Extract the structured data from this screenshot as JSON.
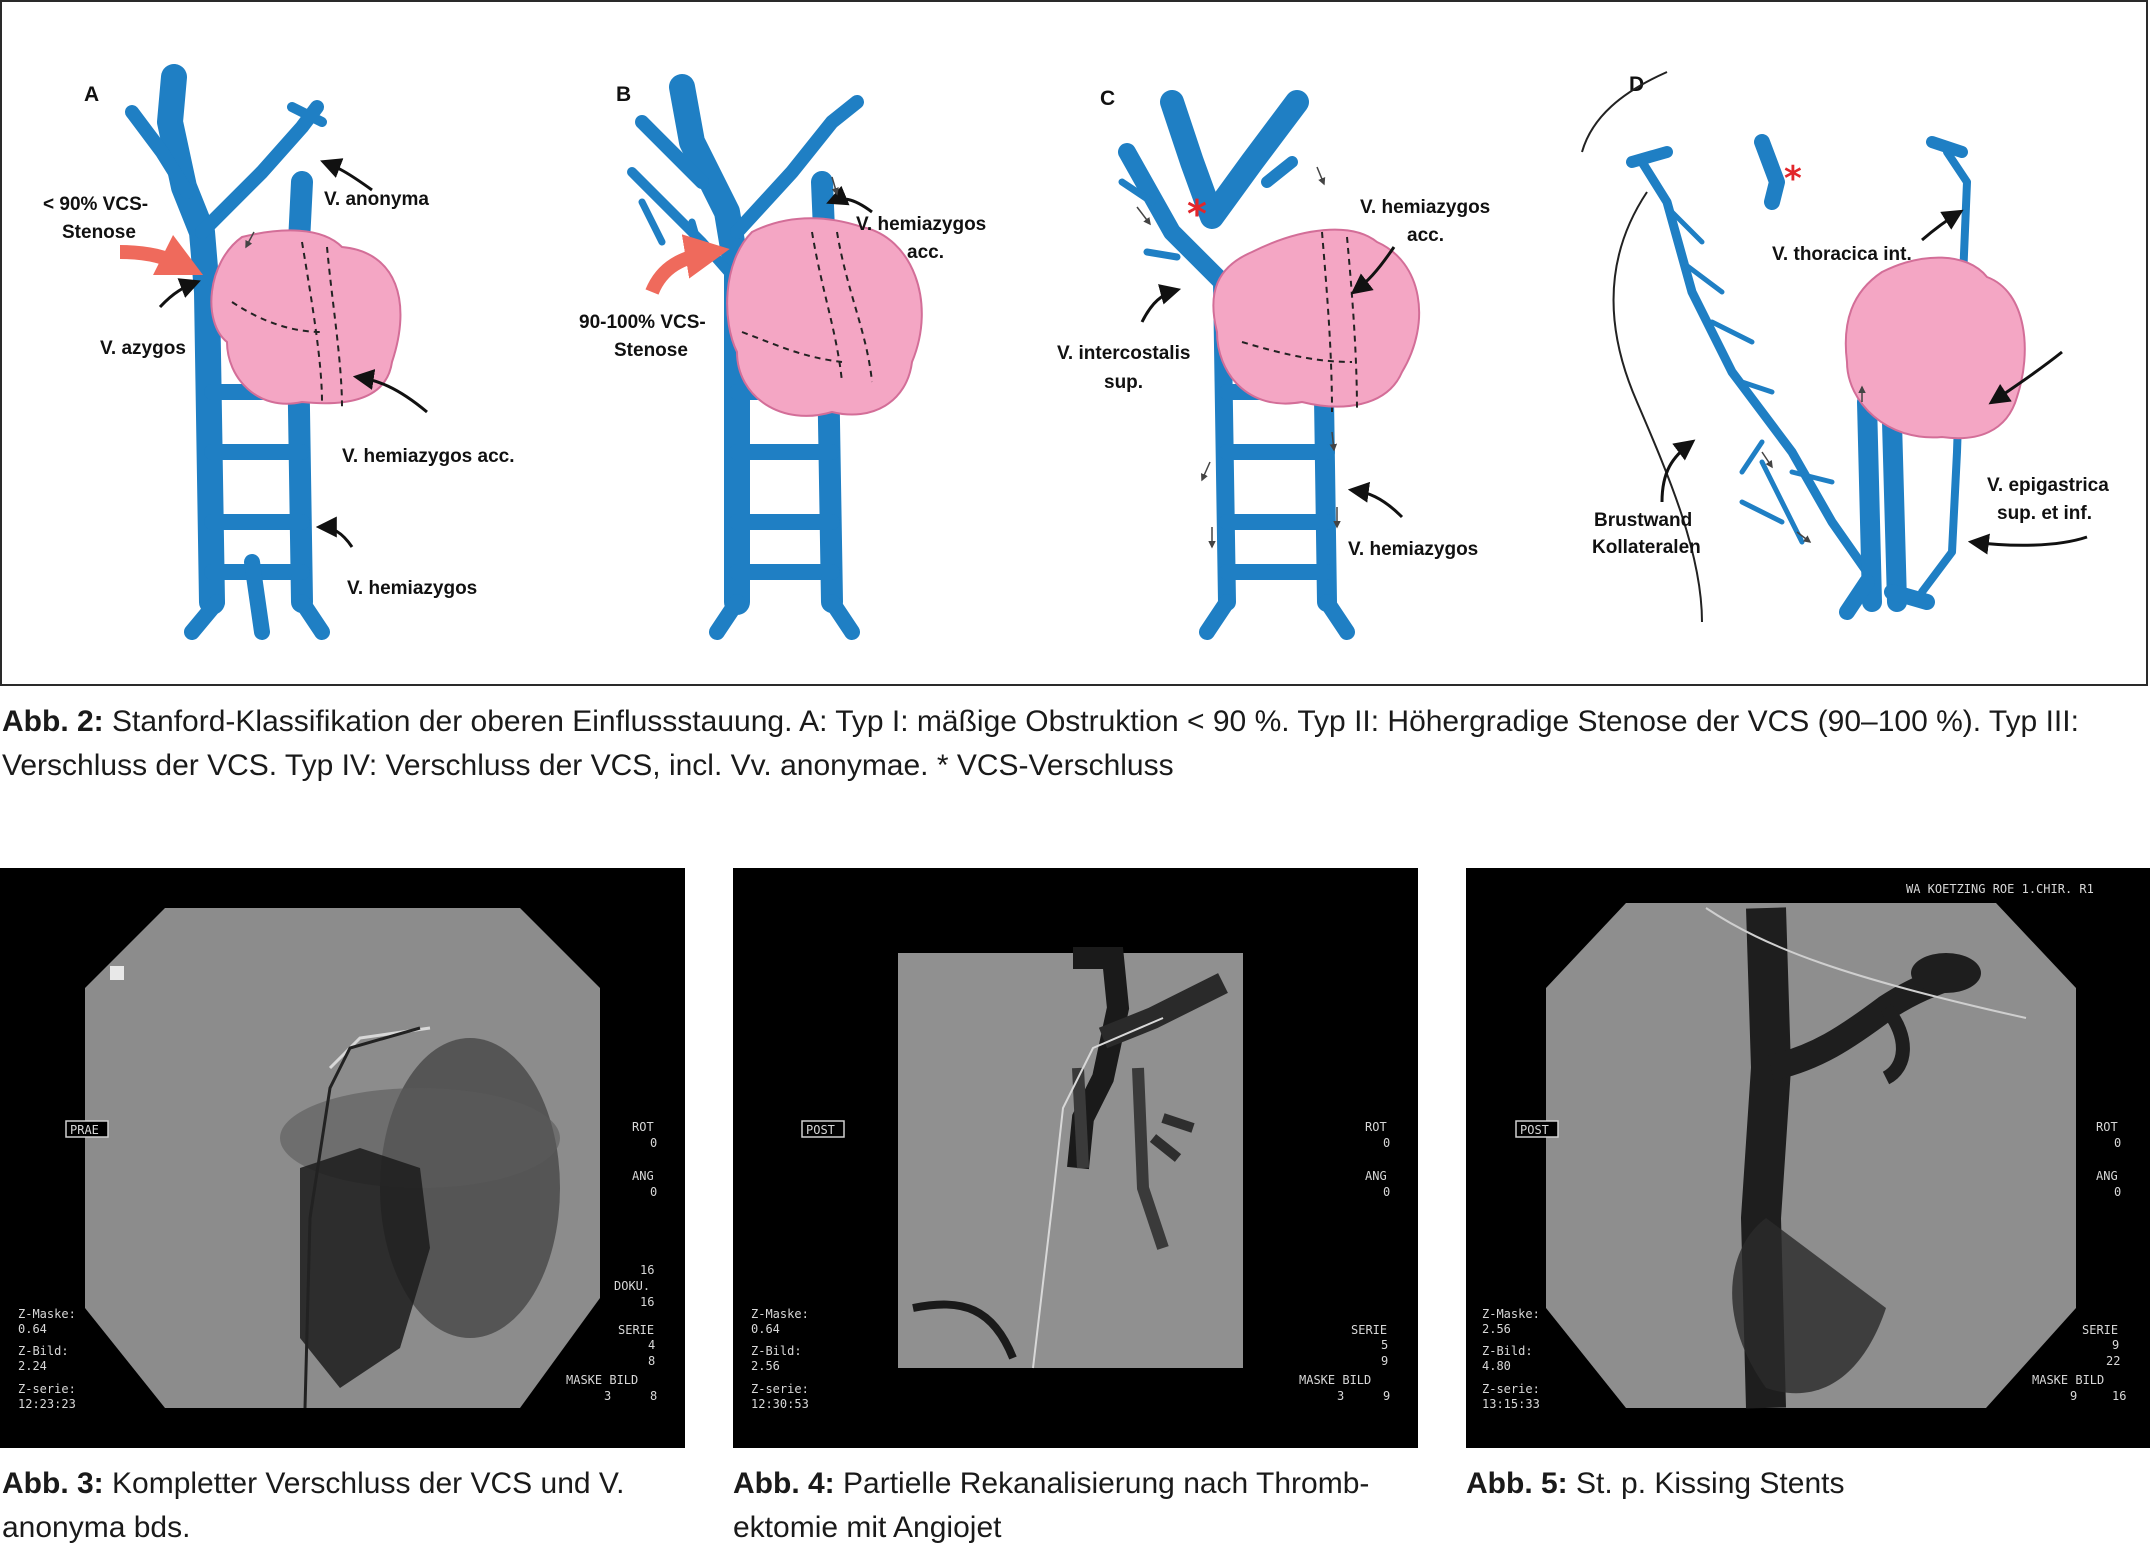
{
  "figure2": {
    "panels": [
      "A",
      "B",
      "C",
      "D"
    ],
    "labels": {
      "a_stenosis_1": "< 90% VCS-",
      "a_stenosis_2": "Stenose",
      "a_anonyma": "V. anonyma",
      "a_azygos": "V. azygos",
      "a_hemiazygos_acc": "V. hemiazygos acc.",
      "a_hemiazygos": "V. hemiazygos",
      "b_hemiazygos_acc_1": "V. hemiazygos",
      "b_hemiazygos_acc_2": "acc.",
      "b_stenosis_1": "90-100% VCS-",
      "b_stenosis_2": "Stenose",
      "c_hemiazygos_acc_1": "V. hemiazygos",
      "c_hemiazygos_acc_2": "acc.",
      "c_intercostalis_1": "V. intercostalis",
      "c_intercostalis_2": "sup.",
      "c_hemiazygos": "V. hemiazygos",
      "d_thoracica": "V. thoracica int.",
      "d_brustwand_1": "Brustwand",
      "d_brustwand_2": "Kollateralen",
      "d_epigastrica_1": "V. epigastrica",
      "d_epigastrica_2": "sup. et inf."
    },
    "colors": {
      "vein": "#1f7fc4",
      "tumor": "#f4a6c4",
      "arrow_red": "#ef6a5c",
      "occlusion": "#e2262b"
    },
    "caption_label": "Abb. 2:",
    "caption_text": " Stanford-Klassifikation der oberen Einflussstauung. A: Typ I: mäßige Obstruktion < 90 %. Typ II: Höhergradige Stenose der VCS (90–100 %). Typ III: Verschluss der VCS. Typ IV: Verschluss der VCS, incl. Vv. anonymae. * VCS-Verschluss"
  },
  "xray3": {
    "tag": "PRAE",
    "rot_label": "ROT",
    "rot_value": "0",
    "ang_label": "ANG",
    "ang_value": "0",
    "doku_top": "16",
    "doku_label": "DOKU.",
    "doku_value": "16",
    "serie_label": "SERIE",
    "serie_1": "4",
    "serie_2": "8",
    "maske_bild_label": "MASKE  BILD",
    "maske_value": "3",
    "bild_value": "8",
    "z_maske_label": "Z-Maske:",
    "z_maske_value": "0.64",
    "z_bild_label": "Z-Bild:",
    "z_bild_value": "2.24",
    "z_serie_label": "Z-serie:",
    "z_serie_value": "12:23:23",
    "caption_label": "Abb. 3:",
    "caption_text": " Kompletter Verschluss der VCS und V. anonyma bds."
  },
  "xray4": {
    "tag": "POST",
    "rot_label": "ROT",
    "rot_value": "0",
    "ang_label": "ANG",
    "ang_value": "0",
    "serie_label": "SERIE",
    "serie_1": "5",
    "serie_2": "9",
    "maske_bild_label": "MASKE  BILD",
    "maske_value": "3",
    "bild_value": "9",
    "z_maske_label": "Z-Maske:",
    "z_maske_value": "0.64",
    "z_bild_label": "Z-Bild:",
    "z_bild_value": "2.56",
    "z_serie_label": "Z-serie:",
    "z_serie_value": "12:30:53",
    "caption_label": "Abb. 4:",
    "caption_text": " Partielle Rekanalisierung nach Thromb­ektomie mit Angiojet"
  },
  "xray5": {
    "tag": "POST",
    "header": "WA KOETZING ROE 1.CHIR. R1",
    "rot_label": "ROT",
    "rot_value": "0",
    "ang_label": "ANG",
    "ang_value": "0",
    "serie_label": "SERIE",
    "serie_1": "9",
    "serie_2": "22",
    "maske_bild_label": "MASKE  BILD",
    "maske_value": "9",
    "bild_value": "16",
    "z_maske_label": "Z-Maske:",
    "z_maske_value": "2.56",
    "z_bild_label": "Z-Bild:",
    "z_bild_value": "4.80",
    "z_serie_label": "Z-serie:",
    "z_serie_value": "13:15:33",
    "caption_label": "Abb. 5:",
    "caption_text": " St. p. Kissing Stents"
  }
}
